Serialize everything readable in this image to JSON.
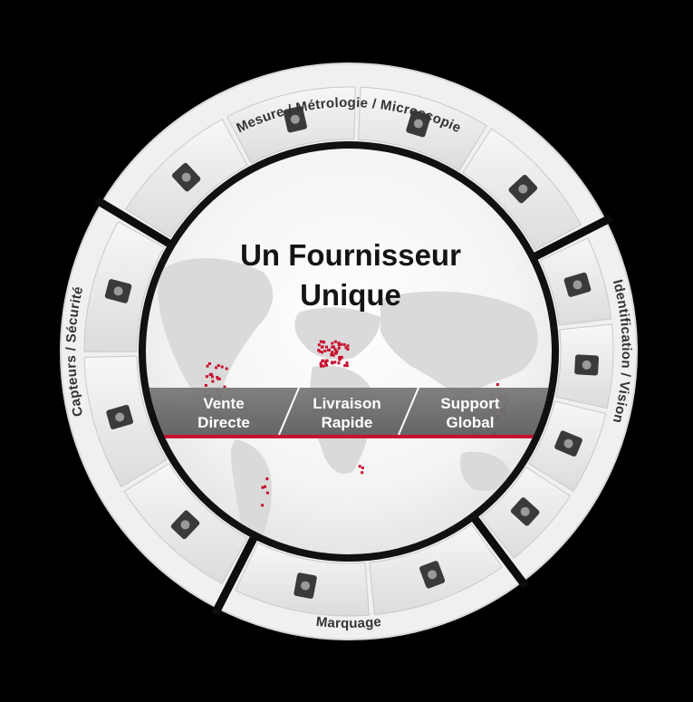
{
  "title": {
    "line1": "Un Fournisseur",
    "line2": "Unique"
  },
  "services": [
    {
      "line1": "Vente",
      "line2": "Directe"
    },
    {
      "line1": "Livraison",
      "line2": "Rapide"
    },
    {
      "line1": "Support",
      "line2": "Global"
    }
  ],
  "categories": {
    "measurement": "Mesure / Métrologie / Microscopie",
    "identification": "Identification / Vision",
    "marking": "Marquage",
    "sensors": "Capteurs / Sécurité"
  },
  "products": {
    "measurement": [
      "displacement-sensor-heads-image",
      "measurement-system-image",
      "metrology-arm-image",
      "microscope-image"
    ],
    "identification": [
      "vision-camera-image",
      "ring-light-camera-image",
      "smart-camera-image",
      "handheld-reader-image"
    ],
    "marking": [
      "laser-marker-image",
      "inkjet-printer-image"
    ],
    "sensors": [
      "fiber-amplifier-image",
      "light-curtain-image",
      "laser-sensor-image"
    ]
  },
  "colors": {
    "accent": "#c8102e",
    "ring_outer": "#f2f2f2",
    "ring_border": "#1a1a1a",
    "band": "#707070"
  }
}
